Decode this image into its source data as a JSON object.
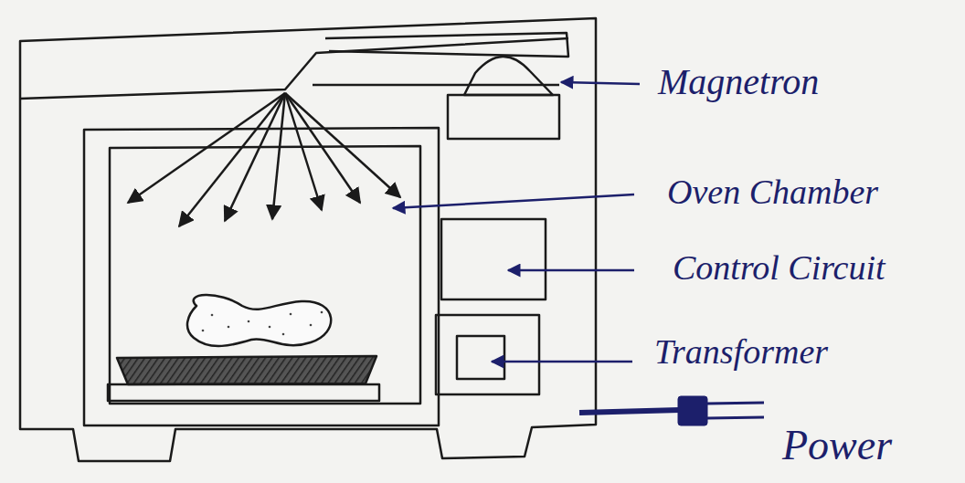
{
  "diagram": {
    "labels": [
      "Magnetron",
      "Oven Chamber",
      "Control Circuit",
      "Transformer",
      "Power"
    ]
  }
}
